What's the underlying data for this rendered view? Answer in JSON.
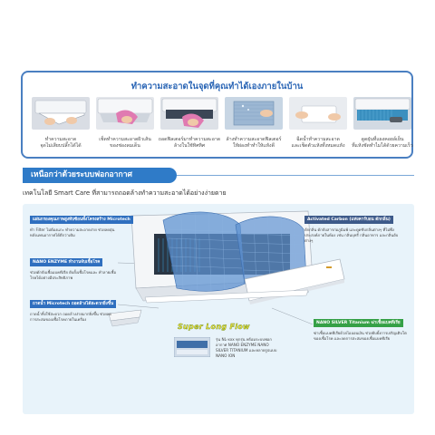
{
  "cleaning": {
    "title": "ทำความสะอาดในจุดที่คุณทำได้เองภายในบ้าน",
    "steps": [
      {
        "caption": "ทำความสะอาด\nจุดไม่เสียบปลั๊กได้ได้"
      },
      {
        "caption": "เช็ดทำความสะอาดผิวเส้น\nของช่องลมเด็น"
      },
      {
        "caption": "ถอดฟิลเตอร์มาทำความสะอาด\nล้างในใช้ทิศทิศ"
      },
      {
        "caption": "ล้างทำความสะอาดฟิลเตอร์\nให้ผ่องทำทำให้แห้งดี"
      },
      {
        "caption": "ฉีดน้ำทำความสะอาด\nและเช็ดตัวแห้งทั้งหมดแห้ง"
      },
      {
        "caption": "ดูดฝุ่นที่แผงคอยล์เย็น\nที่แห้งชัดทำไมได้ด้วยความเร็ว"
      }
    ]
  },
  "section": {
    "title": "เหนือกว่าด้วยระบบฟอกอากาศ",
    "subtitle": "เทคโนโลยี Smart Care ที่สามารถถอดล้างทำความสะอาดได้อย่างง่ายดาย"
  },
  "features": {
    "microtech": {
      "title": "แผ่นกรองคุณภาพสูงทับซ้อนทั้งโครงสร้าง Microtech",
      "body": "ทำ Filter ไม่ต้องแกะ ทำความสะอาดง่าย ช่วยลดฝุ่นหลังแทนอากาศได้ดีกว่าเดิม"
    },
    "nano_enzyme": {
      "title": "NANO ENZYME ทำงานจับเชื้อโรค",
      "body": "ช่วยดักจับเชื้อแบคทีเรีย ยับยั้งเชื้อโรคและ ทำลายเชื้อโรคได้อย่างมีประสิทธิภาพ"
    },
    "microtech_drain": {
      "title": "ถาดน้ำ Microtech ถอดล้างได้สะดวกยิ่งขึ้น",
      "body": "ถาดน้ำทิ้งใช้สะดวก ถอดล้างง่ายมากยิ่งขึ้น ช่วยลดการสะสมของเชื้อโรคภายในเครื่อง"
    },
    "activated_carbon": {
      "title": "Activated Carbon (แท่งคาร์บอน ดักกลิ่น)",
      "body": "ดักกลิ่น ดักจับสารก่อภูมิแพ้ และดูดซับกลิ่นต่างๆ ที่ไม่พึงประสงค์ภายในห้อง เช่น กลิ่นบุหรี่ กลิ่นอาหาร และกลิ่นอับต่างๆ"
    },
    "nano_silver": {
      "title": "NANO SILVER Titanium ฆ่าเชื้อแบคทีเรีย",
      "body": "ฆ่าเชื้อแบคทีเรียด้วยไอออนเงิน ช่วยยับยั้งการเจริญเติบโตของเชื้อโรค และลดการสะสมของเชื้อแบคทีเรีย"
    }
  },
  "brand": {
    "slogan": "Super Long Flow",
    "product_note": "รุ่น NL-xxx ทุกรุ่น พร้อมระบบฟอกอากาศ NANO ENZYME NANO SILVER TITANIUM และหลายรูปแบบ NANO ION"
  },
  "colors": {
    "accent": "#2f7bc8",
    "microtech_tag": "#2f6fbf",
    "nano_enzyme_tag": "#2f6fbf",
    "drain_tag": "#2f6fbf",
    "activated_carbon_tag": "#3d5a8a",
    "nano_silver_tag": "#35a046"
  }
}
